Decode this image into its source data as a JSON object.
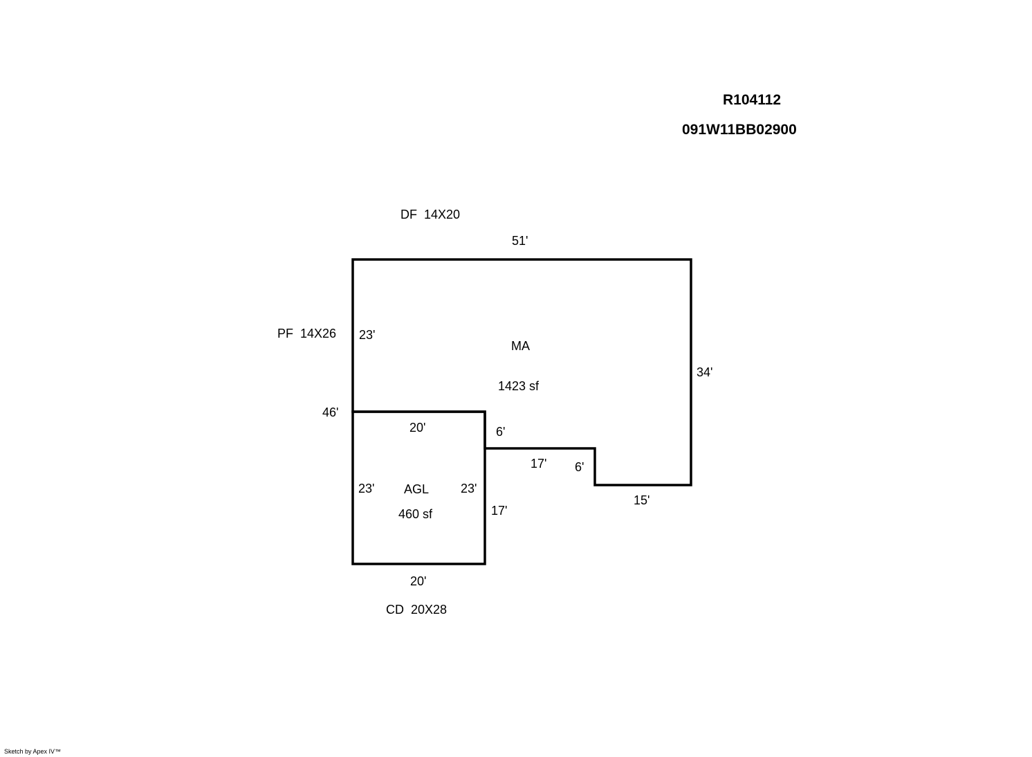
{
  "header": {
    "account_id": "R104112",
    "map_tax_lot": "091W11BB02900"
  },
  "areas": [
    {
      "code": "MA",
      "area": "1423 sf"
    },
    {
      "code": "AGL",
      "area": "460 sf"
    }
  ],
  "attachments": [
    {
      "label": "DF  14X20"
    },
    {
      "label": "PF  14X26"
    },
    {
      "label": "CD  20X28"
    }
  ],
  "dimensions": {
    "ma_top": "51'",
    "ma_right": "34'",
    "ma_left_upper": "23'",
    "ma_left_total": "46'",
    "ma_notch_upper_vertical": "6'",
    "ma_notch_horizontal": "17'",
    "ma_notch_lower_vertical": "6'",
    "ma_bottom_right": "15'",
    "ma_lower_right_of_garage": "17'",
    "agl_top": "20'",
    "agl_bottom": "20'",
    "agl_left": "23'",
    "agl_right": "23'"
  },
  "footer": {
    "credit": "Sketch by Apex IV™"
  },
  "colors": {
    "line": "#000000",
    "background": "#ffffff"
  }
}
